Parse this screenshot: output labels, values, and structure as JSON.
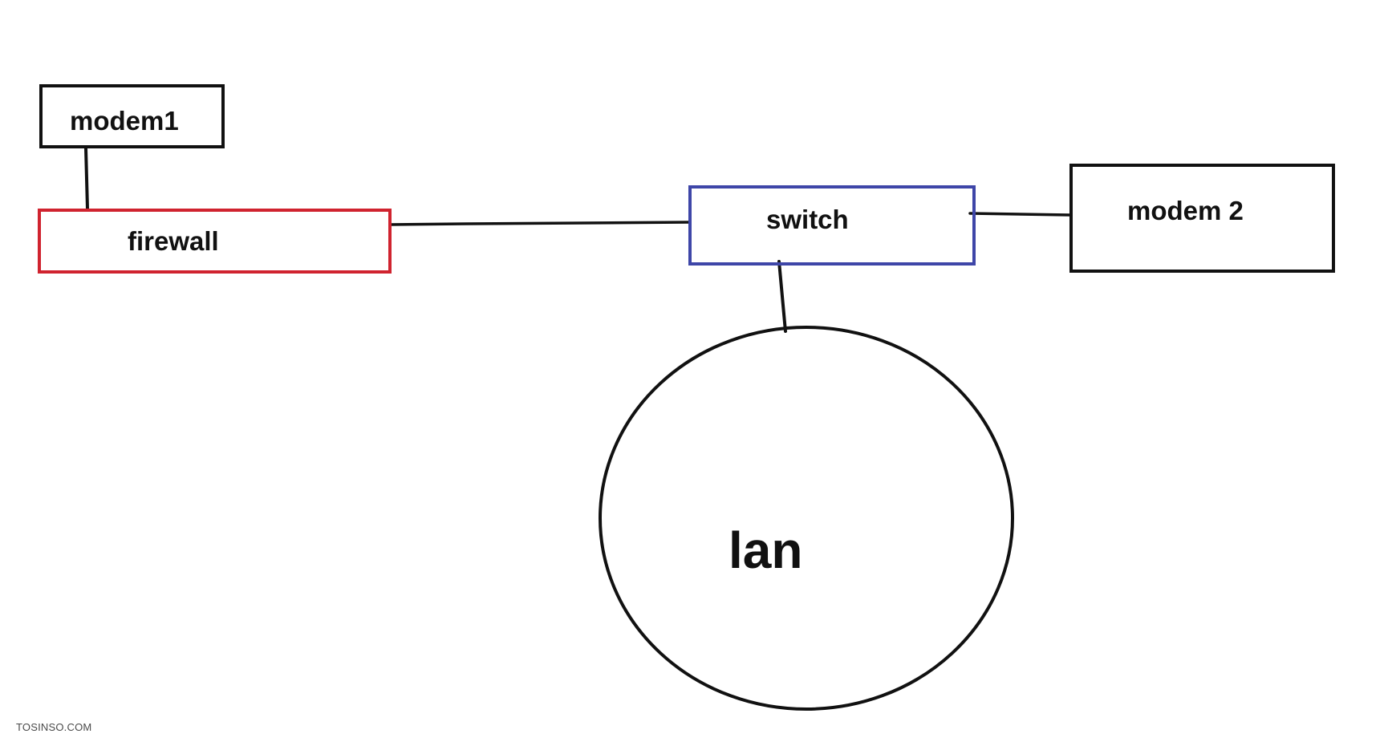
{
  "nodes": {
    "modem1": {
      "label": "modem1",
      "shape": "rectangle",
      "border_color": "#111111"
    },
    "firewall": {
      "label": "firewall",
      "shape": "rectangle",
      "border_color": "#d0232f"
    },
    "switch": {
      "label": "switch",
      "shape": "rectangle",
      "border_color": "#3e46a8"
    },
    "modem2": {
      "label": "modem 2",
      "shape": "rectangle",
      "border_color": "#111111"
    },
    "lan": {
      "label": "lan",
      "shape": "ellipse",
      "border_color": "#111111"
    }
  },
  "connections": [
    {
      "from": "modem1",
      "to": "firewall"
    },
    {
      "from": "firewall",
      "to": "switch"
    },
    {
      "from": "switch",
      "to": "modem2"
    },
    {
      "from": "switch",
      "to": "lan"
    }
  ],
  "watermark": "TOSINSO.COM"
}
